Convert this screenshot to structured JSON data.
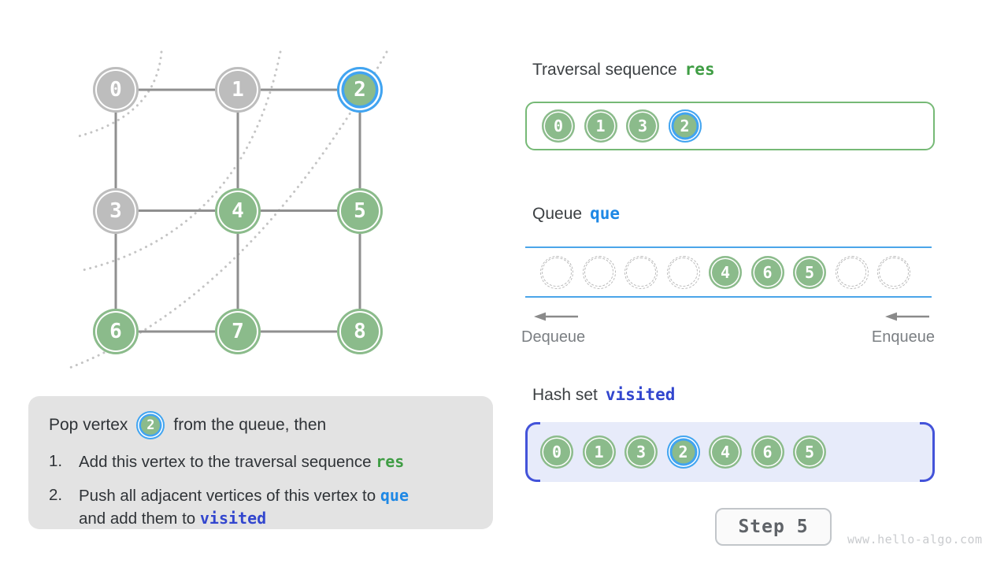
{
  "graph": {
    "nodes": [
      {
        "label": "0",
        "row": 0,
        "col": 0,
        "state": "gray"
      },
      {
        "label": "1",
        "row": 0,
        "col": 1,
        "state": "gray"
      },
      {
        "label": "2",
        "row": 0,
        "col": 2,
        "state": "current"
      },
      {
        "label": "3",
        "row": 1,
        "col": 0,
        "state": "gray"
      },
      {
        "label": "4",
        "row": 1,
        "col": 1,
        "state": "green"
      },
      {
        "label": "5",
        "row": 1,
        "col": 2,
        "state": "green"
      },
      {
        "label": "6",
        "row": 2,
        "col": 0,
        "state": "green"
      },
      {
        "label": "7",
        "row": 2,
        "col": 1,
        "state": "green"
      },
      {
        "label": "8",
        "row": 2,
        "col": 2,
        "state": "green"
      }
    ],
    "edges": [
      [
        0,
        1
      ],
      [
        1,
        2
      ],
      [
        3,
        4
      ],
      [
        4,
        5
      ],
      [
        6,
        7
      ],
      [
        7,
        8
      ],
      [
        0,
        3
      ],
      [
        3,
        6
      ],
      [
        1,
        4
      ],
      [
        4,
        7
      ],
      [
        2,
        5
      ],
      [
        5,
        8
      ]
    ]
  },
  "explanation": {
    "intro_before": "Pop vertex",
    "intro_badge": "2",
    "intro_after": "from the queue, then",
    "item1": {
      "num": "1.",
      "text": "Add this vertex to the traversal sequence ",
      "code": "res"
    },
    "item2": {
      "num": "2.",
      "text1": "Push all adjacent vertices of this vertex to ",
      "code1": "que",
      "text2": "and add them to ",
      "code2": "visited"
    }
  },
  "traversal": {
    "title": "Traversal sequence",
    "code": "res",
    "items": [
      {
        "label": "0"
      },
      {
        "label": "1"
      },
      {
        "label": "3"
      },
      {
        "label": "2",
        "highlight": true
      }
    ]
  },
  "queue": {
    "title": "Queue",
    "code": "que",
    "slots": [
      "",
      "",
      "",
      "",
      "4",
      "6",
      "5",
      "",
      ""
    ],
    "dequeue_label": "Dequeue",
    "enqueue_label": "Enqueue"
  },
  "hashset": {
    "title": "Hash set",
    "code": "visited",
    "items": [
      {
        "label": "0"
      },
      {
        "label": "1"
      },
      {
        "label": "3"
      },
      {
        "label": "2",
        "highlight": true
      },
      {
        "label": "4"
      },
      {
        "label": "6"
      },
      {
        "label": "5"
      }
    ]
  },
  "step": {
    "label": "Step 5"
  },
  "watermark": "www.hello-algo.com",
  "colors": {
    "node_green": "#8BBB8B",
    "node_gray": "#BDBDBD",
    "highlight_blue": "#41A4F1",
    "edge_gray": "#8F8F8F",
    "arc_dotted_gray": "#C4C4C4",
    "code_green": "#3F9D44",
    "code_blue": "#1E88E5",
    "code_indigo": "#3246CE",
    "queue_line_blue": "#4BA5E9",
    "res_box_border": "#76B976",
    "visited_box_bg": "#E7EBFA",
    "visited_bracket": "#4353D9",
    "explanation_bg": "#E3E3E3"
  }
}
